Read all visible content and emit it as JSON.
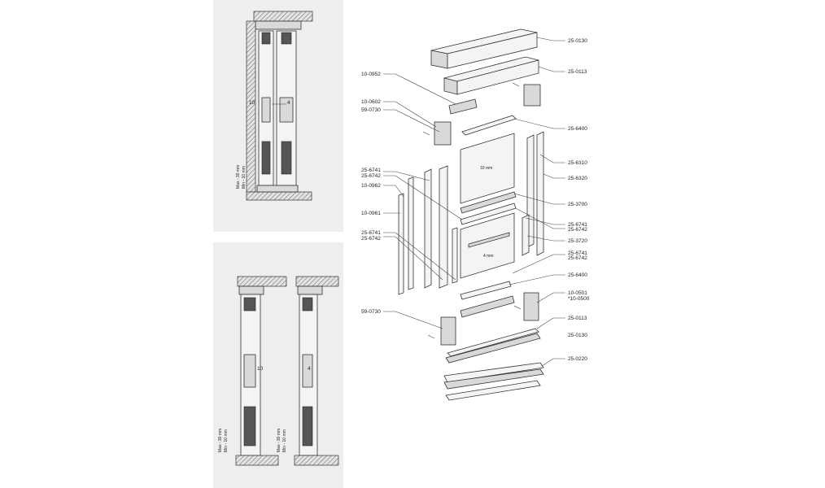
{
  "details": {
    "single_glass_label": "10",
    "double_glass_label": "4",
    "bottom_left_glass_label": "10",
    "bottom_right_glass_label": "4",
    "gap_max": "Max - 30 mm",
    "gap_min": "Min - 10 mm"
  },
  "panels": {
    "upper_glass_label": "10 mm",
    "lower_glass_label": "4 mm"
  },
  "left_labels": [
    {
      "text": "10-0952"
    },
    {
      "text": "10-0602"
    },
    {
      "text": "59-0730"
    },
    {
      "text": "25-6741"
    },
    {
      "text": "25-6742"
    },
    {
      "text": "10-0962"
    },
    {
      "text": "10-0961"
    },
    {
      "text": "25-6741"
    },
    {
      "text": "25-6742"
    },
    {
      "text": "59-0730"
    }
  ],
  "right_labels": [
    {
      "text": "25-0130"
    },
    {
      "text": "25-0113"
    },
    {
      "text": "25-6400"
    },
    {
      "text": "25-6310"
    },
    {
      "text": "25-6320"
    },
    {
      "text": "25-3700"
    },
    {
      "text": "25-6741"
    },
    {
      "text": "25-6742"
    },
    {
      "text": "25-3720"
    },
    {
      "text": "25-6741"
    },
    {
      "text": "25-6742"
    },
    {
      "text": "25-6400"
    },
    {
      "text": "10-0501"
    },
    {
      "text": "*10-0500"
    },
    {
      "text": "25-0113"
    },
    {
      "text": "25-0130"
    },
    {
      "text": "25-0220"
    }
  ]
}
